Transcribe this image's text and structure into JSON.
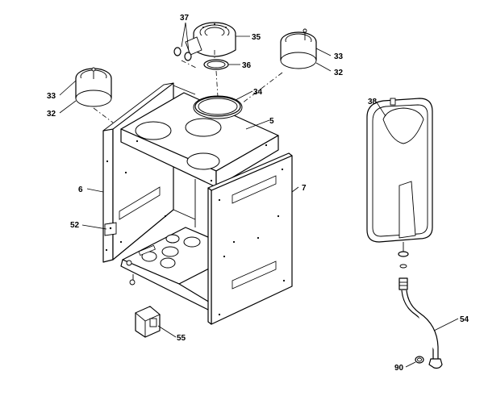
{
  "labels": {
    "p5": "5",
    "p6": "6",
    "p7": "7",
    "p32_left": "32",
    "p33_left": "33",
    "p32_right": "32",
    "p33_right": "33",
    "p34": "34",
    "p35": "35",
    "p36": "36",
    "p37": "37",
    "p38": "38",
    "p52": "52",
    "p54": "54",
    "p55": "55",
    "p90": "90"
  }
}
